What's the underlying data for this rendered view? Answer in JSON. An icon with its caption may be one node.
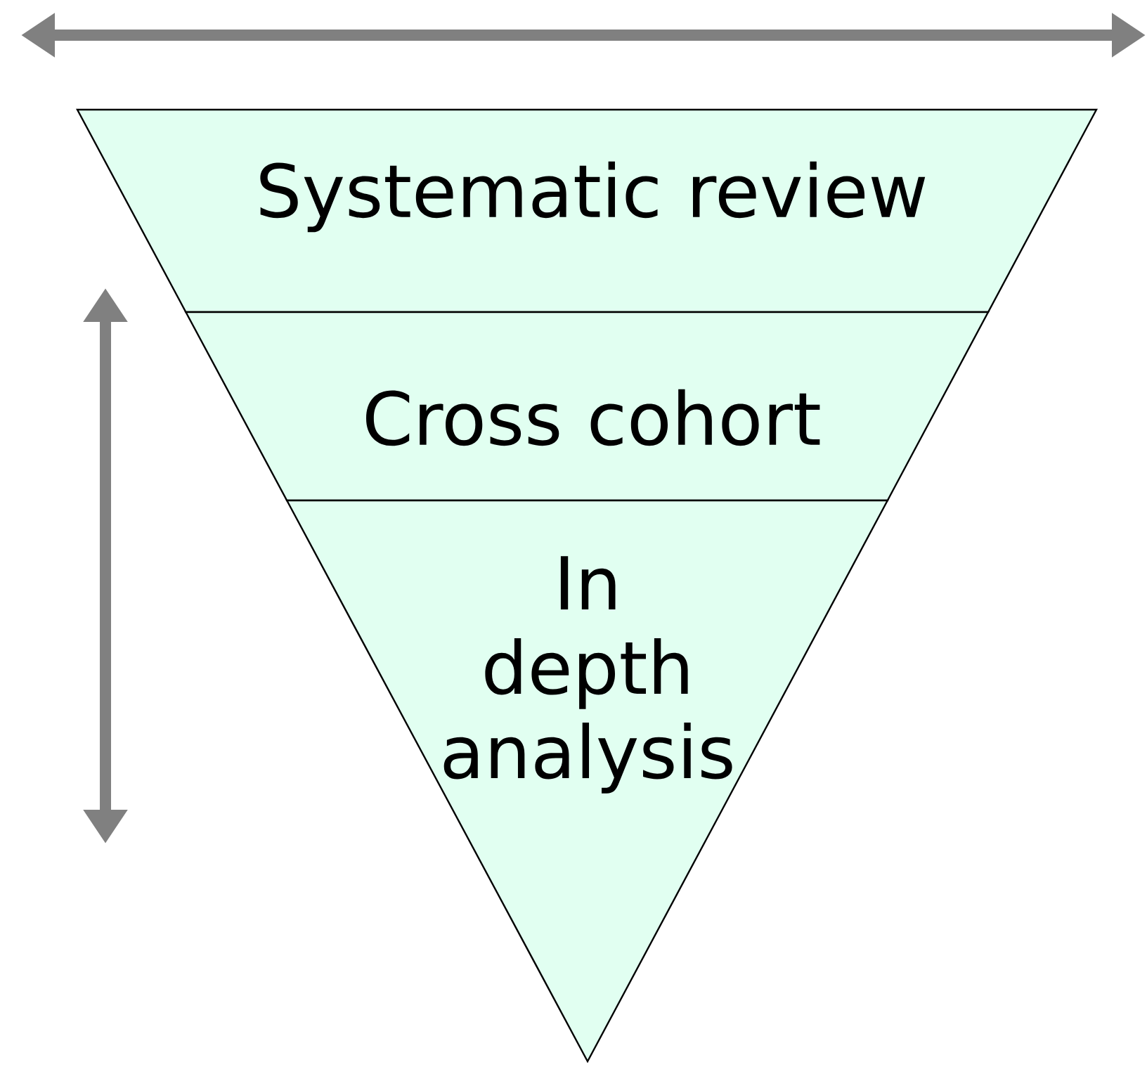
{
  "diagram": {
    "nodes": [
      {
        "text": [
          "Systematic review"
        ]
      },
      {
        "text": [
          "Cross cohort"
        ]
      },
      {
        "text": [
          "In depth analysis"
        ]
      }
    ]
  }
}
